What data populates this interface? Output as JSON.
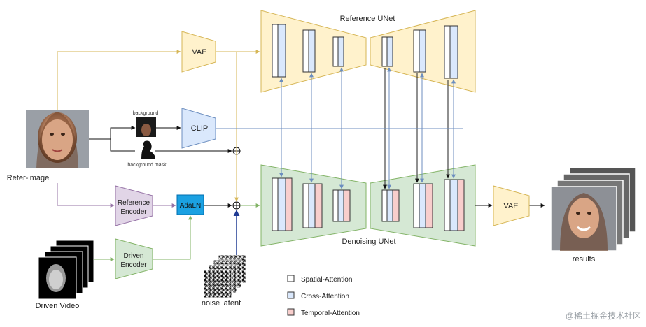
{
  "labels": {
    "reference_unet": "Reference UNet",
    "denoising_unet": "Denoising UNet",
    "vae_top": "VAE",
    "vae_right": "VAE",
    "clip": "CLIP",
    "background": "background",
    "background_mask": "background mask",
    "refer_image": "Refer-image",
    "reference_encoder_line1": "Reference",
    "reference_encoder_line2": "Encoder",
    "adaln": "AdaLN",
    "driven_encoder_line1": "Driven",
    "driven_encoder_line2": "Encoder",
    "driven_video": "Driven Video",
    "noise_latent": "noise latent",
    "results": "results",
    "plus_symbol": "⊕"
  },
  "legend": [
    {
      "label": "Spatial-Attention",
      "color": "#ffffff"
    },
    {
      "label": "Cross-Attention",
      "color": "#dae8fc"
    },
    {
      "label": "Temporal-Attention",
      "color": "#f8cecc"
    }
  ],
  "watermark": "@稀土掘金技术社区",
  "colors": {
    "reference_fill": "#fff2cc",
    "reference_stroke": "#d6b656",
    "denoising_fill": "#d5e8d4",
    "denoising_stroke": "#82b366",
    "clip_fill": "#dae8fc",
    "clip_stroke": "#6c8ebf",
    "encoder_fill": "#e1d5e7",
    "encoder_stroke": "#9673a6",
    "adaln_fill": "#1ba1e2",
    "adaln_stroke": "#006eaf",
    "temporal": "#f8cecc",
    "cross": "#dae8fc"
  },
  "icons": [
    "face-photo-icon",
    "background-thumbnail-icon",
    "background-mask-icon",
    "driven-video-frames-icon",
    "noise-latent-icon",
    "results-photo-icon"
  ]
}
